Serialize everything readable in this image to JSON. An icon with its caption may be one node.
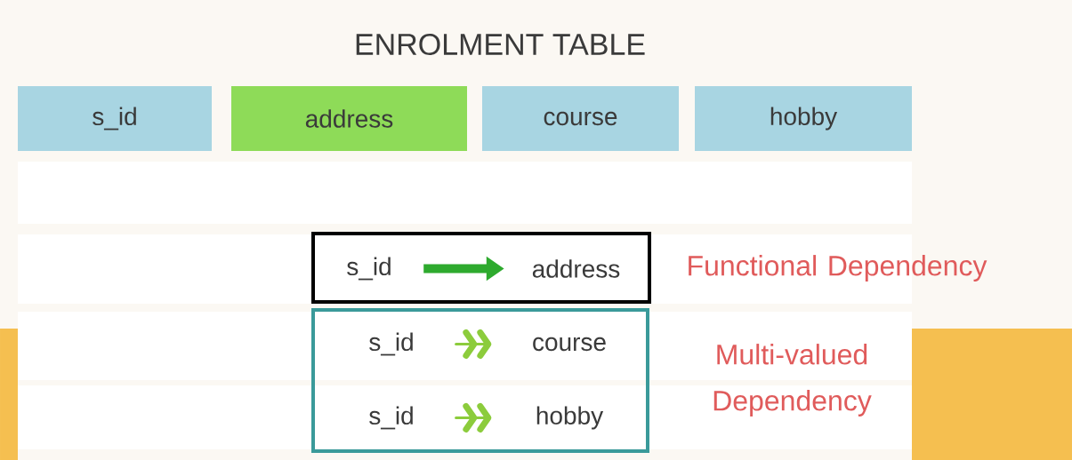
{
  "diagram": {
    "title": "ENROLMENT TABLE",
    "nodes": [
      {
        "text": [
          "s_id"
        ]
      },
      {
        "text": [
          "address"
        ]
      },
      {
        "text": [
          "course"
        ]
      },
      {
        "text": [
          "hobby"
        ]
      },
      {
        "text": [],
        "shape": "box",
        "beside": [
          "Functional Dependency"
        ]
      },
      {
        "text": [
          "s_id"
        ],
        "in": 4
      },
      {
        "text": [
          "address"
        ],
        "in": 4
      },
      {
        "text": [],
        "shape": "box",
        "beside": [
          "Multi-valued Dependency"
        ]
      },
      {
        "text": [
          "s_id"
        ],
        "in": 7
      },
      {
        "text": [
          "course"
        ],
        "in": 7
      },
      {
        "text": [
          "s_id"
        ],
        "in": 7
      },
      {
        "text": [
          "hobby"
        ],
        "in": 7
      }
    ],
    "edges": [
      {
        "from": 5,
        "to": 6,
        "arrow": "to",
        "style": "thick",
        "color": "#2eaa2e"
      },
      {
        "from": 8,
        "to": 9,
        "arrow": "to",
        "color": "#8ccc3c"
      },
      {
        "from": 10,
        "to": 11,
        "arrow": "to",
        "color": "#8ccc3c"
      }
    ]
  }
}
